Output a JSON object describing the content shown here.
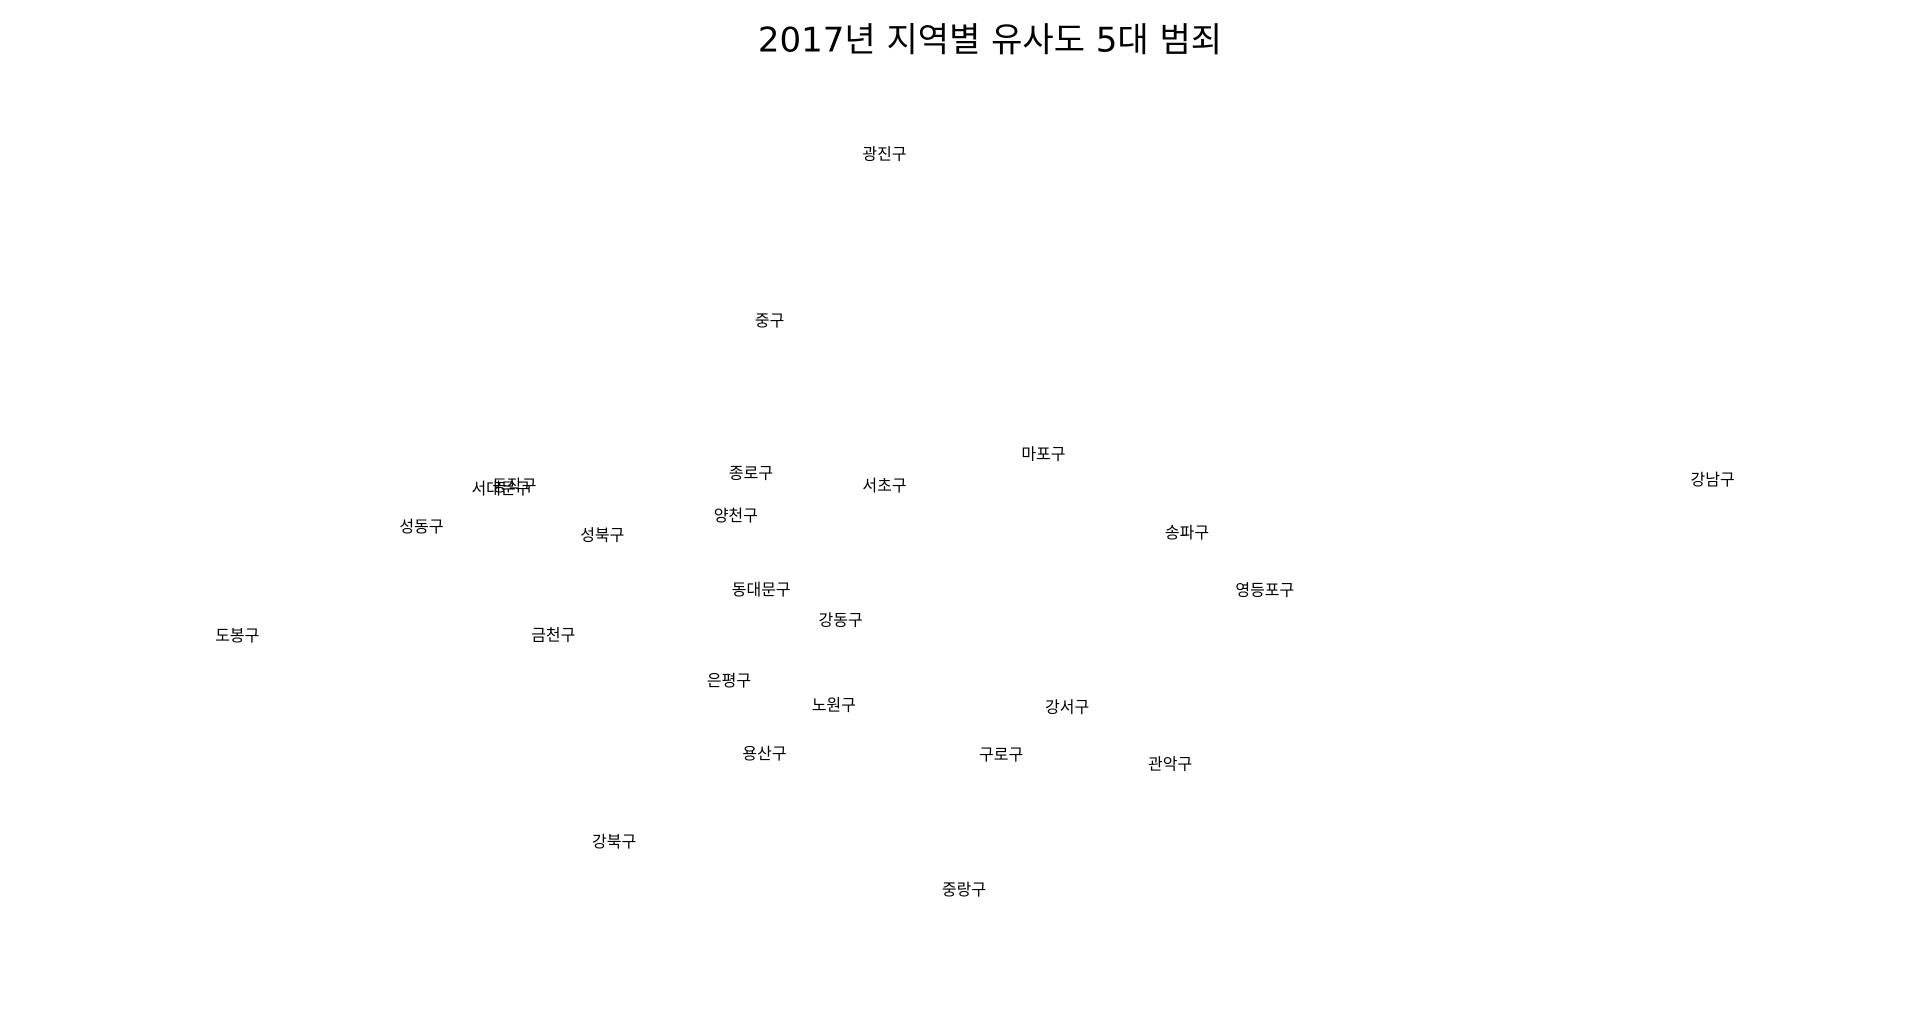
{
  "chart_data": {
    "type": "scatter",
    "title": "2017년 지역별 유사도 5대 범죄",
    "xlabel": "",
    "ylabel": "",
    "xlim": [
      0,
      1
    ],
    "ylim": [
      0,
      1
    ],
    "grid": false,
    "axes_visible": false,
    "colors": {
      "text": "#000000",
      "background": "#ffffff"
    },
    "points": [
      {
        "label": "광진구",
        "x": 0.437,
        "y": 0.948
      },
      {
        "label": "중구",
        "x": 0.369,
        "y": 0.736
      },
      {
        "label": "마포구",
        "x": 0.531,
        "y": 0.566
      },
      {
        "label": "강남구",
        "x": 0.927,
        "y": 0.534
      },
      {
        "label": "종로구",
        "x": 0.358,
        "y": 0.542
      },
      {
        "label": "서초구",
        "x": 0.437,
        "y": 0.526
      },
      {
        "label": "동작구",
        "x": 0.218,
        "y": 0.526
      },
      {
        "label": "서대문구",
        "x": 0.21,
        "y": 0.522
      },
      {
        "label": "양천구",
        "x": 0.349,
        "y": 0.488
      },
      {
        "label": "성동구",
        "x": 0.163,
        "y": 0.474
      },
      {
        "label": "성북구",
        "x": 0.27,
        "y": 0.463
      },
      {
        "label": "송파구",
        "x": 0.616,
        "y": 0.466
      },
      {
        "label": "동대문구",
        "x": 0.364,
        "y": 0.394
      },
      {
        "label": "영등포구",
        "x": 0.662,
        "y": 0.393
      },
      {
        "label": "강동구",
        "x": 0.411,
        "y": 0.355
      },
      {
        "label": "도봉구",
        "x": 0.054,
        "y": 0.335
      },
      {
        "label": "금천구",
        "x": 0.241,
        "y": 0.336
      },
      {
        "label": "은평구",
        "x": 0.345,
        "y": 0.278
      },
      {
        "label": "노원구",
        "x": 0.407,
        "y": 0.247
      },
      {
        "label": "강서구",
        "x": 0.545,
        "y": 0.244
      },
      {
        "label": "용산구",
        "x": 0.366,
        "y": 0.185
      },
      {
        "label": "구로구",
        "x": 0.506,
        "y": 0.184
      },
      {
        "label": "관악구",
        "x": 0.606,
        "y": 0.172
      },
      {
        "label": "강북구",
        "x": 0.277,
        "y": 0.073
      },
      {
        "label": "중랑구",
        "x": 0.484,
        "y": 0.012
      }
    ]
  }
}
